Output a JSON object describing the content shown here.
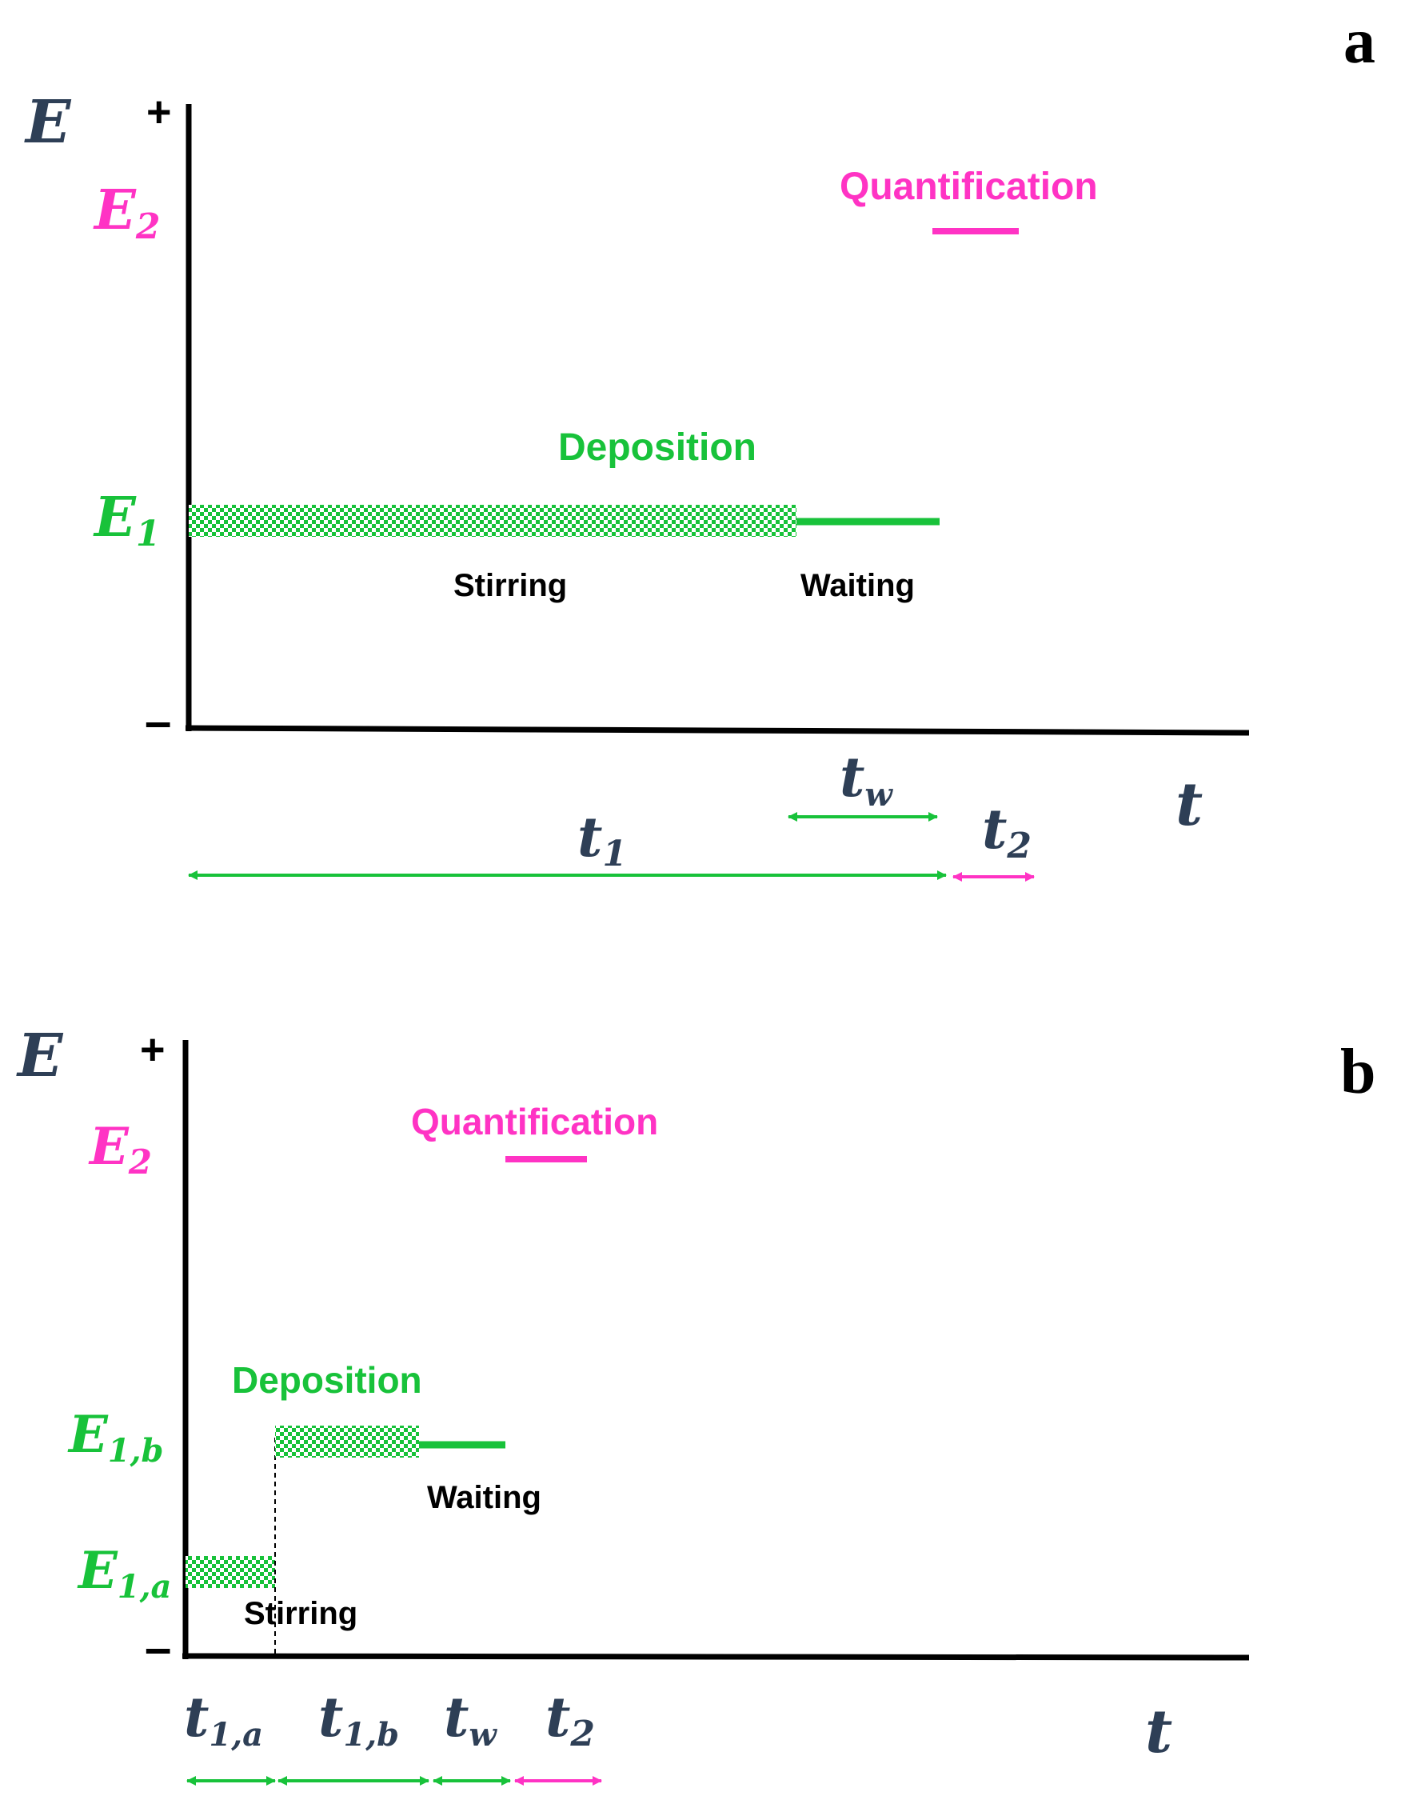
{
  "colors": {
    "axis": "#000000",
    "dark": "#2e3f56",
    "green": "#18c23a",
    "magenta": "#ff33c4",
    "text": "#000000"
  },
  "panel_a": {
    "label": "a",
    "y_axis": {
      "symbol": "E",
      "plus": "+",
      "minus": "–"
    },
    "x_axis": {
      "symbol": "t"
    },
    "e2": {
      "main": "E",
      "sub": "2"
    },
    "e1": {
      "main": "E",
      "sub": "1"
    },
    "quantification": "Quantification",
    "deposition": "Deposition",
    "stirring": "Stirring",
    "waiting": "Waiting",
    "t_w": {
      "main": "t",
      "sub": "w"
    },
    "t_1": {
      "main": "t",
      "sub": "1"
    },
    "t_2": {
      "main": "t",
      "sub": "2"
    }
  },
  "panel_b": {
    "label": "b",
    "y_axis": {
      "symbol": "E",
      "plus": "+",
      "minus": "–"
    },
    "x_axis": {
      "symbol": "t"
    },
    "e2": {
      "main": "E",
      "sub": "2"
    },
    "e1b": {
      "main": "E",
      "sub": "1,b"
    },
    "e1a": {
      "main": "E",
      "sub": "1,a"
    },
    "quantification": "Quantification",
    "deposition": "Deposition",
    "stirring": "Stirring",
    "waiting": "Waiting",
    "t_1a": {
      "main": "t",
      "sub": "1,a"
    },
    "t_1b": {
      "main": "t",
      "sub": "1,b"
    },
    "t_w": {
      "main": "t",
      "sub": "w"
    },
    "t_2": {
      "main": "t",
      "sub": "2"
    }
  }
}
